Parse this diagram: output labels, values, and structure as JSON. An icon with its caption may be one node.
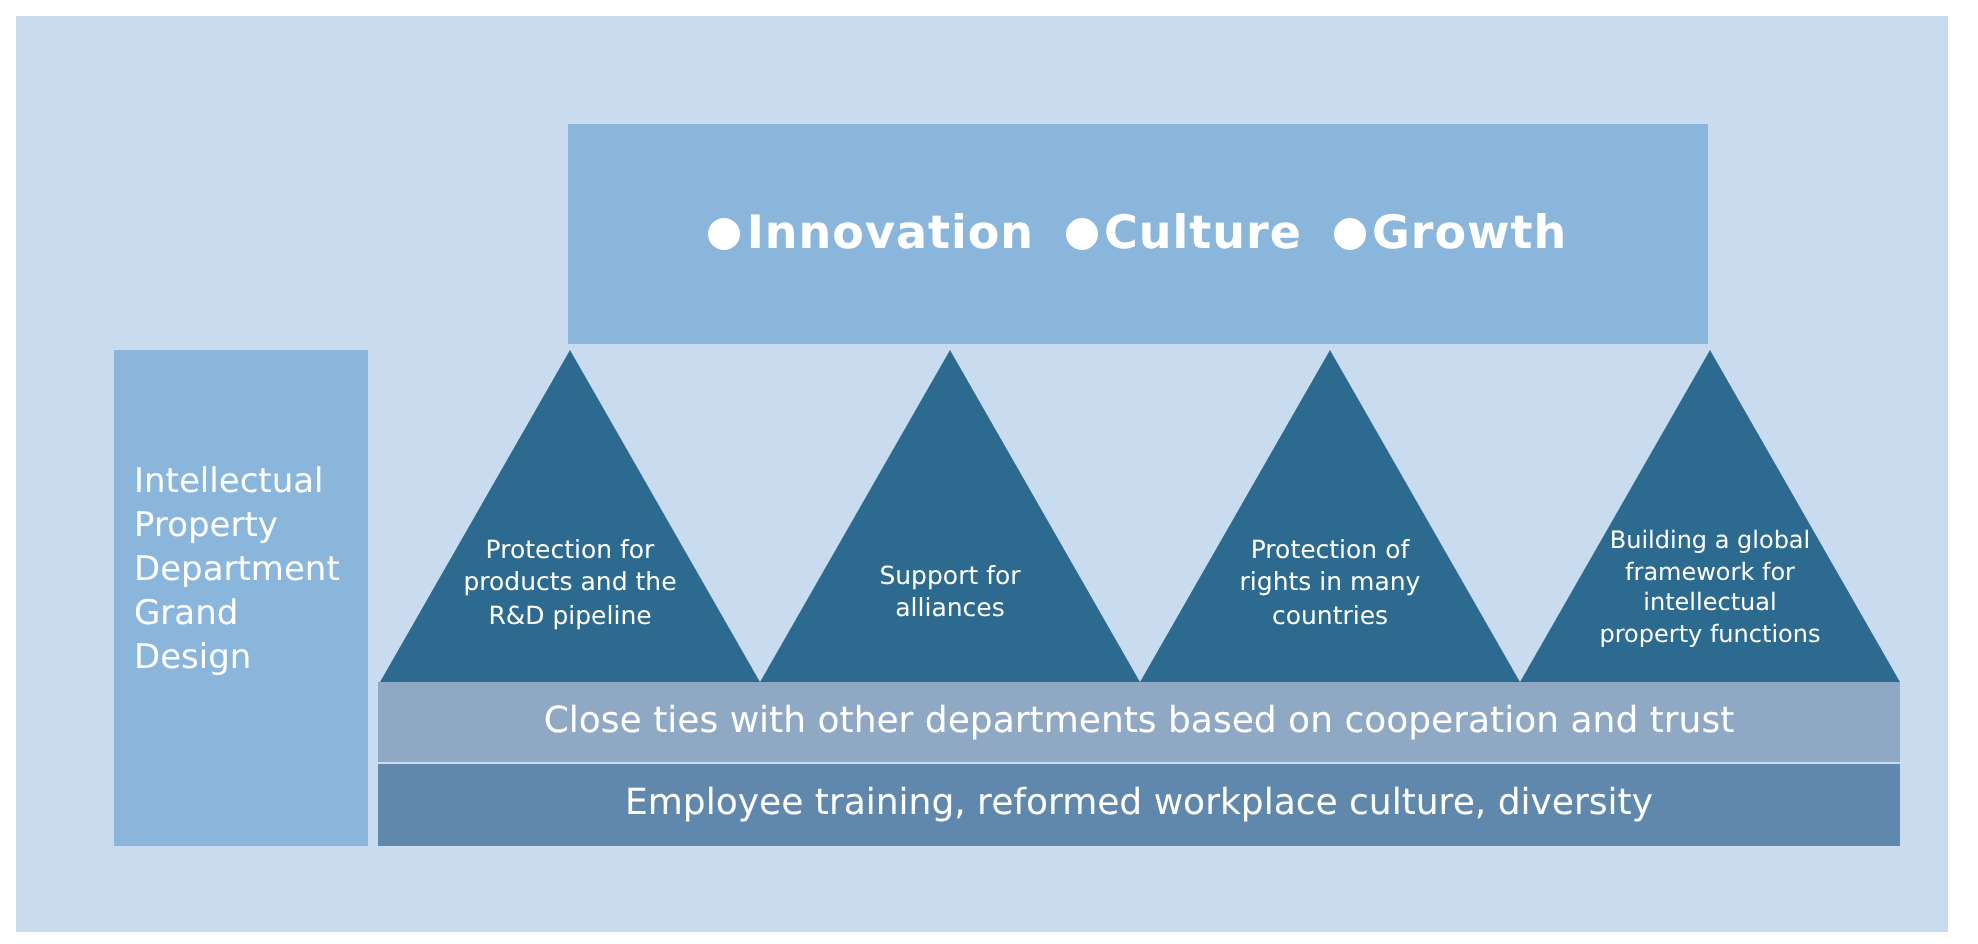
{
  "diagram": {
    "nodes": [
      {
        "text": [
          "Intellectual Property Department Grand Design"
        ]
      },
      {
        "text": [
          "Innovation",
          "Culture",
          "Growth"
        ]
      },
      {
        "text": [
          "Protection for products and the R&D pipeline"
        ]
      },
      {
        "text": [
          "Support for alliances"
        ]
      },
      {
        "text": [
          "Protection of rights in many countries"
        ]
      },
      {
        "text": [
          "Building a global framework for intellectual property functions"
        ]
      },
      {
        "text": [
          "Close ties with other departments based on cooperation and trust"
        ]
      },
      {
        "text": [
          "Employee training, reformed workplace culture, diversity"
        ]
      }
    ]
  }
}
